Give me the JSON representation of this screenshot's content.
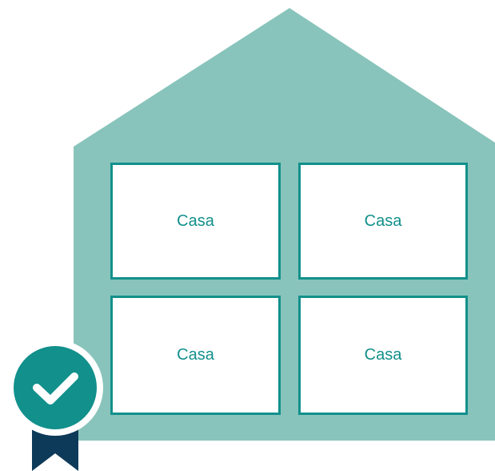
{
  "rooms": [
    {
      "label": "Casa"
    },
    {
      "label": "Casa"
    },
    {
      "label": "Casa"
    },
    {
      "label": "Casa"
    }
  ],
  "badge": {
    "icon": "checkmark-icon",
    "ribbon_icon": "ribbon-icon"
  },
  "colors": {
    "house_fill": "#88c4bb",
    "room_border": "#12908c",
    "room_text": "#12908c",
    "badge_circle": "#12908c",
    "ribbon": "#0e3a5a"
  }
}
